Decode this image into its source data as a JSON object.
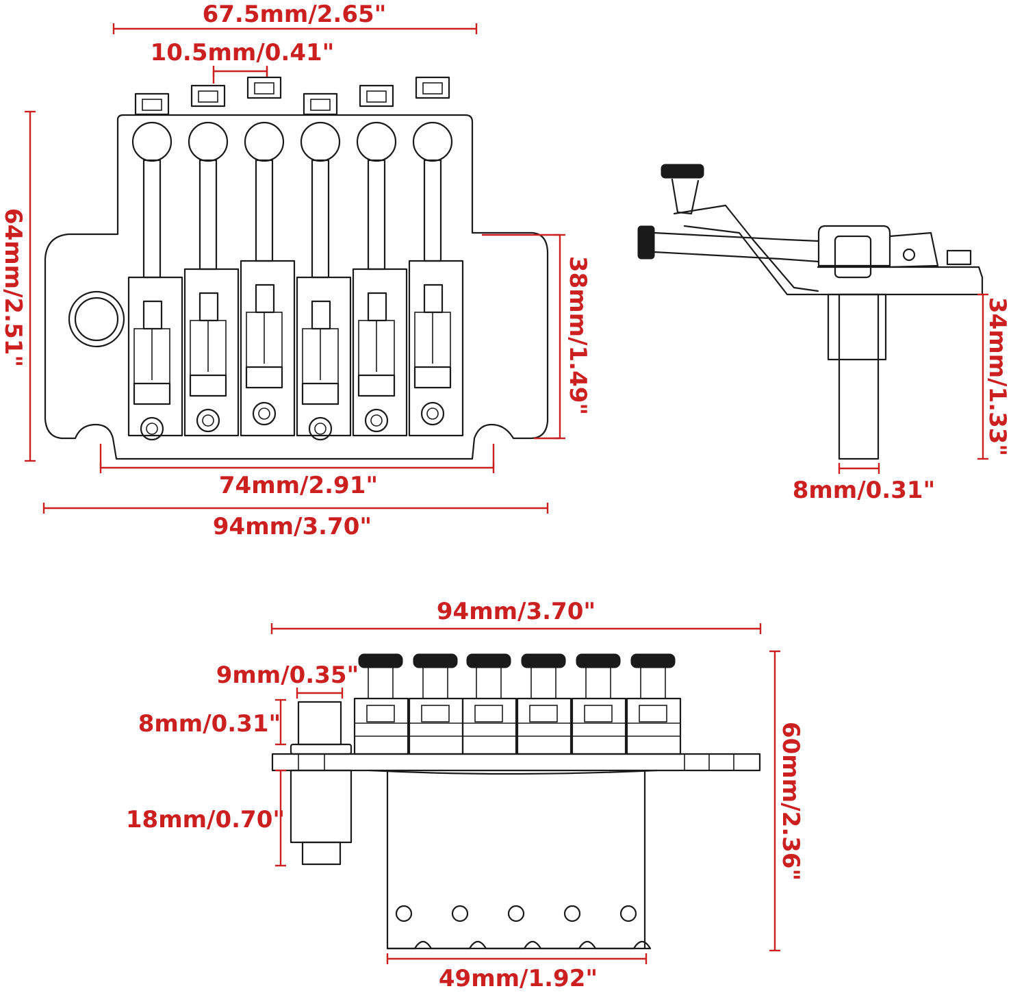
{
  "colors": {
    "dimension": "#cc1f1f",
    "line": "#1a1a1a",
    "background": "#ffffff"
  },
  "top_view": {
    "width_saddles": "67.5mm/2.65\"",
    "screw_spacing": "10.5mm/0.41\"",
    "height_total": "64mm/2.51\"",
    "height_body": "38mm/1.49\"",
    "width_inner": "74mm/2.91\"",
    "width_total": "94mm/3.70\""
  },
  "side_view": {
    "post_height": "34mm/1.33\"",
    "post_width": "8mm/0.31\""
  },
  "front_view": {
    "width_total": "94mm/3.70\"",
    "stud_width": "9mm/0.35\"",
    "stud_height": "8mm/0.31\"",
    "stud_length": "18mm/0.70\"",
    "height_total": "60mm/2.36\"",
    "block_width": "49mm/1.92\""
  }
}
